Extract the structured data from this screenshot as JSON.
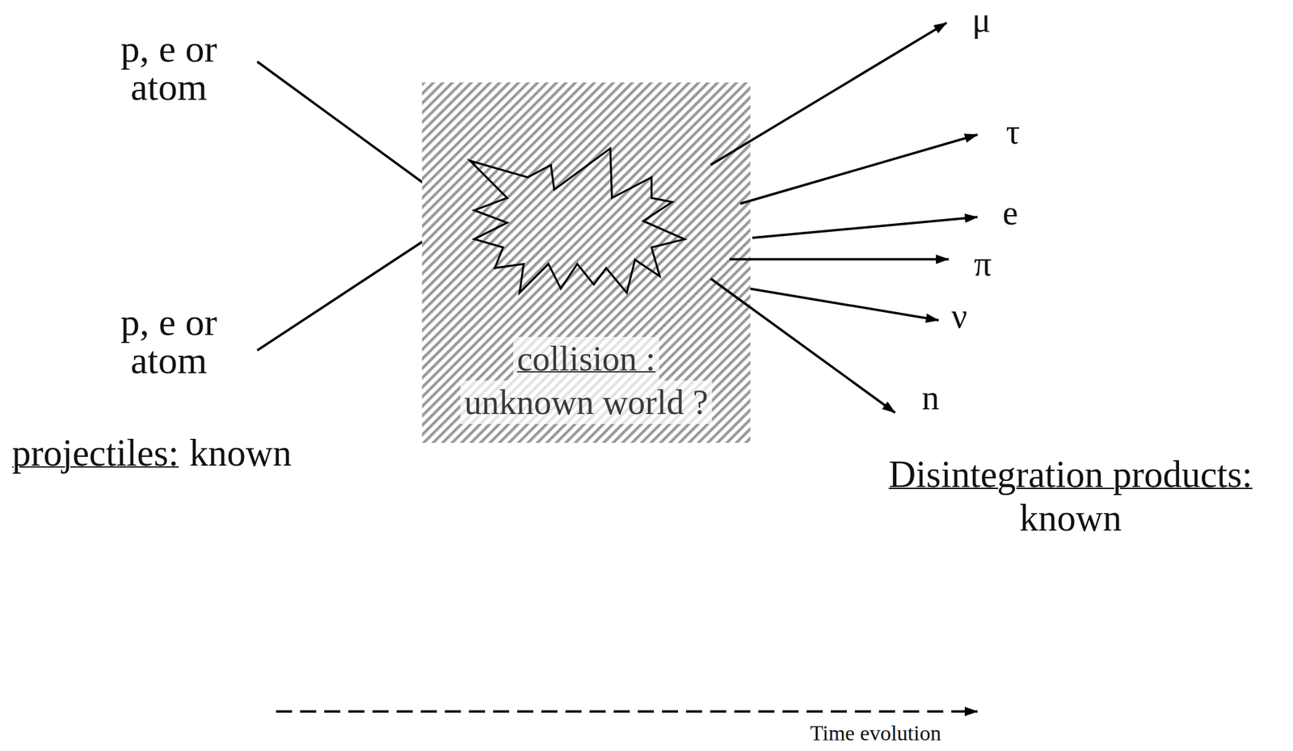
{
  "diagram": {
    "nodes": [
      {
        "text": [
          "collision :",
          "unknown world ?"
        ]
      }
    ],
    "edges": [],
    "labels": [
      "p, e or atom",
      "p, e or atom",
      "projectiles:",
      "known",
      "μ",
      "τ",
      "e",
      "π",
      "ν",
      "n",
      "Disintegration products:",
      "known",
      "Time evolution"
    ]
  }
}
